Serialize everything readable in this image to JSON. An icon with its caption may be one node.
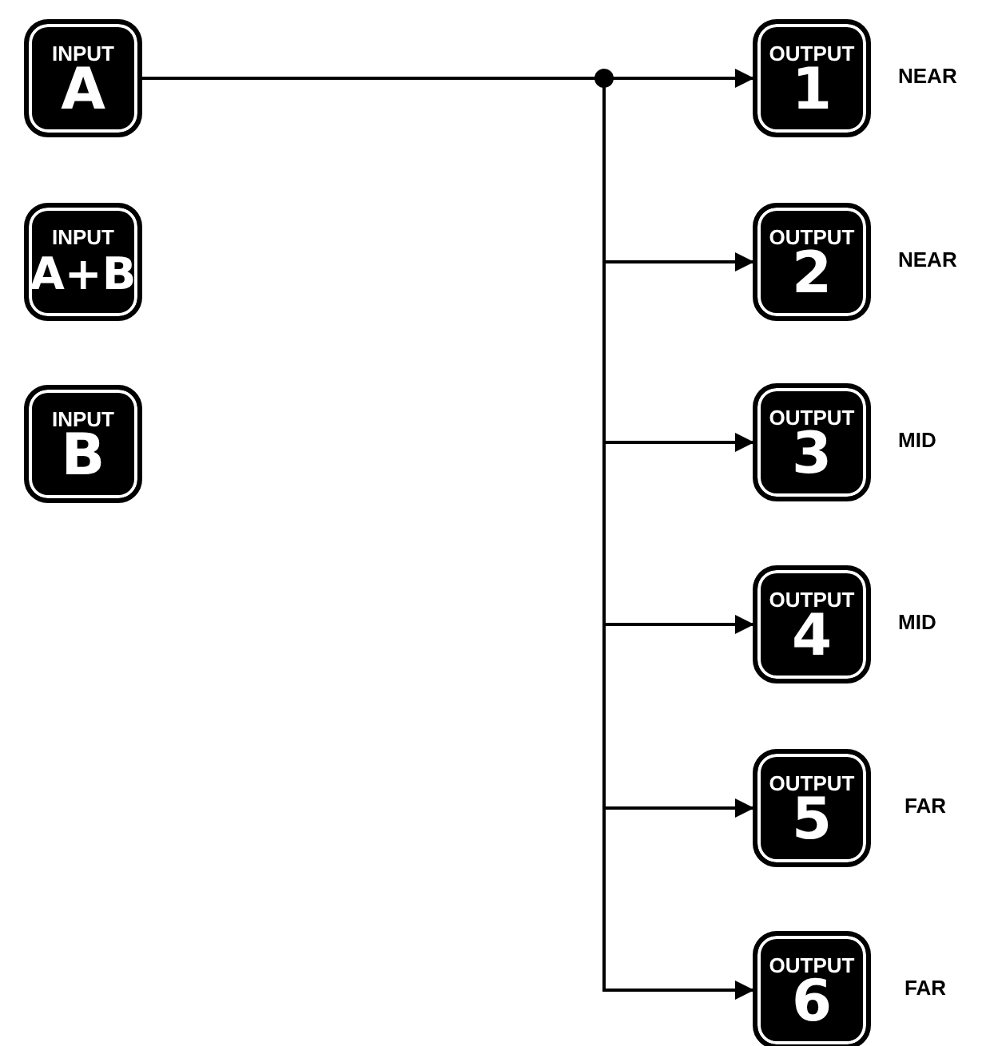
{
  "diagram": {
    "nodes": [
      {
        "text": [
          "INPUT",
          "A"
        ]
      },
      {
        "text": [
          "INPUT",
          "A+B"
        ]
      },
      {
        "text": [
          "INPUT",
          "B"
        ]
      },
      {
        "text": [
          "OUTPUT",
          "1"
        ],
        "beside": [
          "NEAR"
        ]
      },
      {
        "text": [
          "OUTPUT",
          "2"
        ],
        "beside": [
          "NEAR"
        ]
      },
      {
        "text": [
          "OUTPUT",
          "3"
        ],
        "beside": [
          "MID"
        ]
      },
      {
        "text": [
          "OUTPUT",
          "4"
        ],
        "beside": [
          "MID"
        ]
      },
      {
        "text": [
          "OUTPUT",
          "5"
        ],
        "beside": [
          "FAR"
        ]
      },
      {
        "text": [
          "OUTPUT",
          "6"
        ],
        "beside": [
          "FAR"
        ]
      }
    ],
    "edges": [
      {
        "from": 0,
        "to": 3,
        "arrow": "to"
      },
      {
        "from": 0,
        "to": 4,
        "arrow": "to"
      },
      {
        "from": 0,
        "to": 5,
        "arrow": "to"
      },
      {
        "from": 0,
        "to": 6,
        "arrow": "to"
      },
      {
        "from": 0,
        "to": 7,
        "arrow": "to"
      },
      {
        "from": 0,
        "to": 8,
        "arrow": "to"
      }
    ]
  }
}
